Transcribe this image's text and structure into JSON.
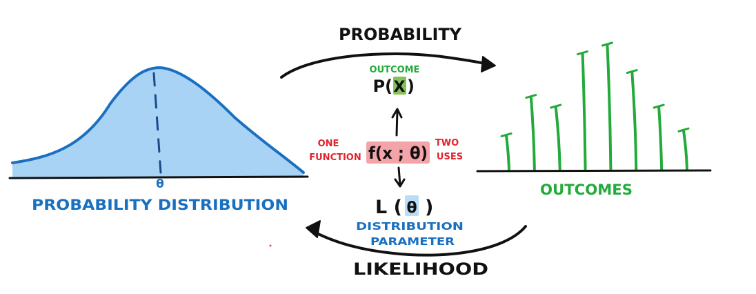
{
  "top_arrow_label": "PROBABILITY",
  "bottom_arrow_label": "LIKELIHOOD",
  "left_panel": {
    "parameter_symbol": "θ",
    "caption": "PROBABILITY DISTRIBUTION"
  },
  "right_panel": {
    "caption": "OUTCOMES",
    "stem_heights": [
      0.27,
      0.58,
      0.5,
      0.93,
      1.0,
      0.78,
      0.5,
      0.31
    ]
  },
  "center": {
    "outcome_label": "OUTCOME",
    "probability_prefix": "P(",
    "probability_var": "X",
    "probability_suffix": ")",
    "one_word": "ONE",
    "function_word": "FUNCTION",
    "function_text": "f(x ; θ)",
    "two_word": "TWO",
    "uses_word": "USES",
    "likelihood_prefix": "L (",
    "likelihood_var": "θ",
    "likelihood_suffix": ")",
    "param_line1": "DISTRIBUTION",
    "param_line2": "PARAMETER"
  },
  "colors": {
    "ink": "#111111",
    "blue": "#1a70c0",
    "light_blue_fill": "#a9d3f5",
    "green": "#22aa3a",
    "red": "#e0232e",
    "pink_highlight": "#f4a4a8",
    "green_highlight": "#86c25a",
    "blue_highlight": "#b9dcf7"
  }
}
